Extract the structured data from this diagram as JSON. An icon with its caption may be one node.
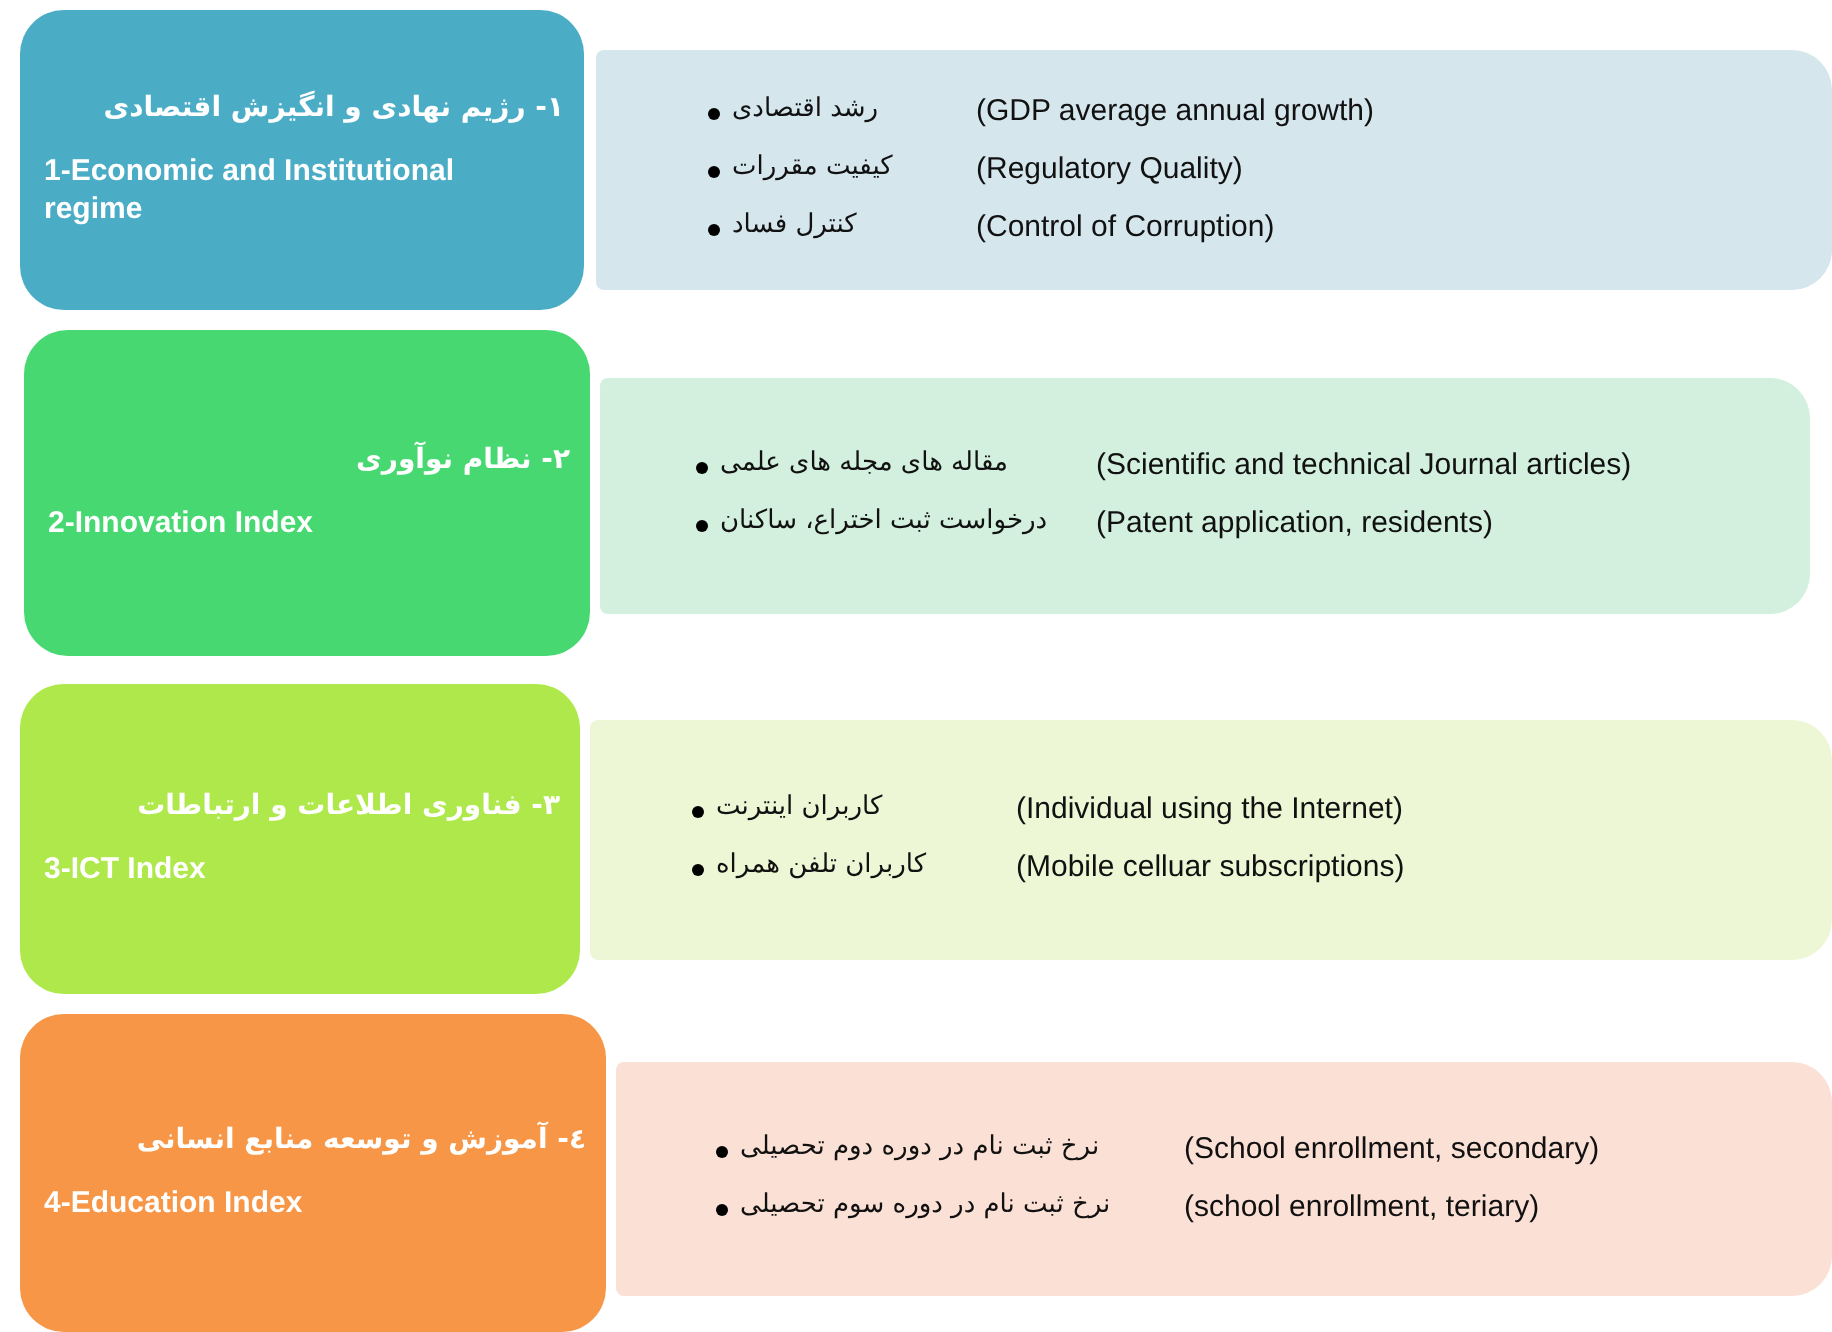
{
  "diagram": {
    "nodes": [
      {
        "text": [
          "۱- رژیم نهادی و انگیزش اقتصادی",
          "1-Economic and Institutional regime"
        ]
      },
      {
        "text": [
          "رشد اقتصادی",
          "(GDP average annual growth)",
          "کیفیت مقررات",
          "(Regulatory Quality)",
          "کنترل فساد",
          "(Control of Corruption)"
        ]
      },
      {
        "text": [
          "۲- نظام نوآوری",
          "2-Innovation Index"
        ]
      },
      {
        "text": [
          "مقاله های مجله های علمی",
          "(Scientific and technical Journal articles)",
          "درخواست ثبت اختراع، ساکنان",
          "(Patent application, residents)"
        ]
      },
      {
        "text": [
          "۳- فناوری اطلاعات و ارتباطات",
          "3-ICT Index"
        ]
      },
      {
        "text": [
          "کاربران اینترنت",
          "(Individual using the Internet)",
          "کاربران تلفن همراه",
          "(Mobile celluar subscriptions)"
        ]
      },
      {
        "text": [
          "٤- آموزش و توسعه منابع انسانی",
          "4-Education Index"
        ]
      },
      {
        "text": [
          "نرخ ثبت نام در دوره دوم تحصیلی",
          "(School enrollment, secondary)",
          "نرخ ثبت نام در دوره سوم تحصیلی",
          "(school enrollment, teriary)"
        ]
      }
    ]
  }
}
